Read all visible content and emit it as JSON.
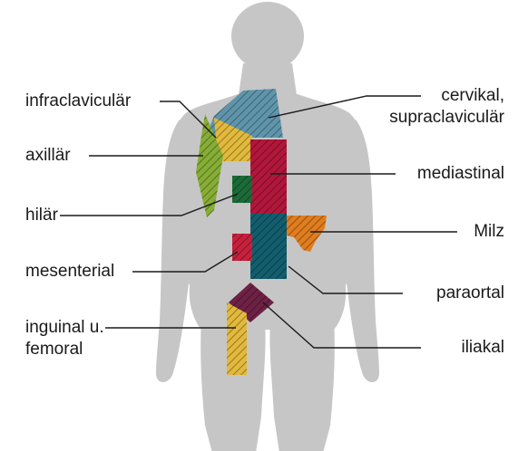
{
  "labels": {
    "infraclavicular": "infraclaviculär",
    "axillar": "axillär",
    "hilar": "hilär",
    "mesenterial": "mesenterial",
    "inguinal_line1": "inguinal u.",
    "inguinal_line2": "femoral",
    "cervical_line1": "cervikal,",
    "cervical_line2": "supraclaviculär",
    "mediastinal": "mediastinal",
    "milz": "Milz",
    "paraaortal": "paraortal",
    "iliakal": "iliakal"
  },
  "colors": {
    "body": "#c6c6c6",
    "cervical": "#5f95ab",
    "infraclavicular": "#e2b93c",
    "axillar": "#86ad35",
    "mediastinal": "#b2173b",
    "hilar": "#1b6b38",
    "mesenterial": "#c8203c",
    "paraaortal": "#125e6e",
    "milz": "#e07d1e",
    "iliakal": "#6e2145",
    "inguinal": "#e2b93c",
    "leader": "#1a1a1a"
  }
}
